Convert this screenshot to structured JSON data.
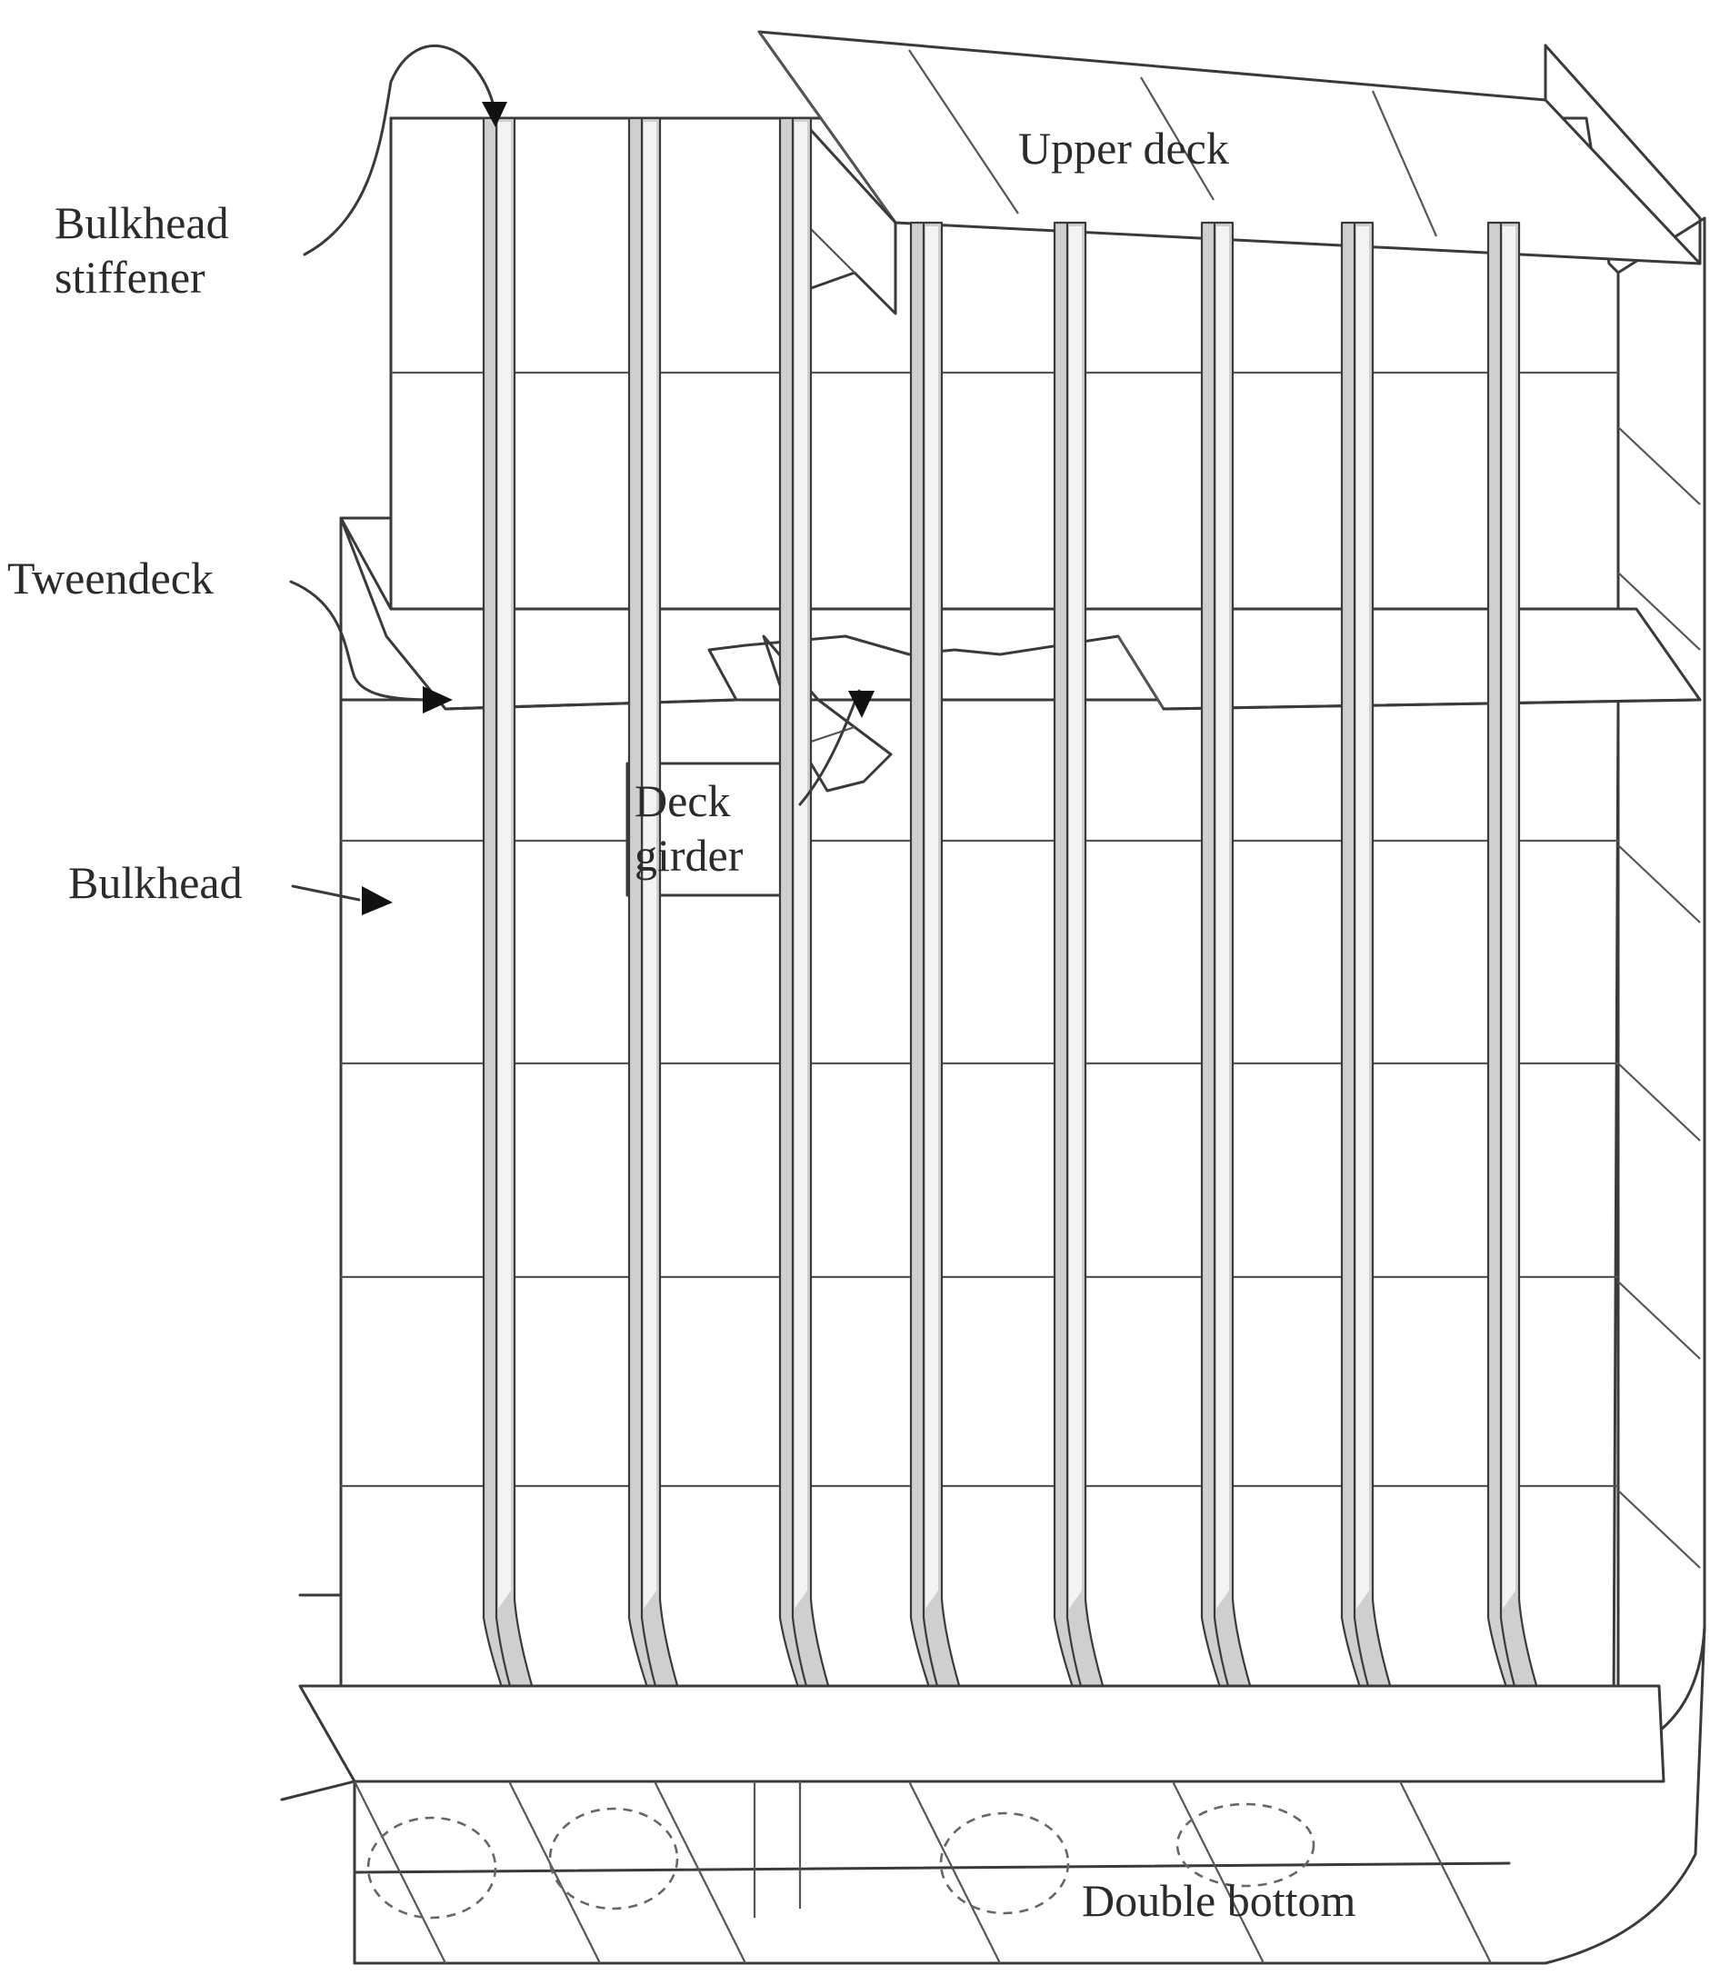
{
  "labels": {
    "bulkhead_stiffener_line1": "Bulkhead",
    "bulkhead_stiffener_line2": "stiffener",
    "upper_deck": "Upper deck",
    "tweendeck": "Tweendeck",
    "deck_girder_line1": "Deck",
    "deck_girder_line2": "girder",
    "bulkhead": "Bulkhead",
    "double_bottom": "Double bottom"
  },
  "colors": {
    "line": "#3a3a3a",
    "stiffener_fill": "#cfcfcf",
    "background": "#ffffff"
  }
}
